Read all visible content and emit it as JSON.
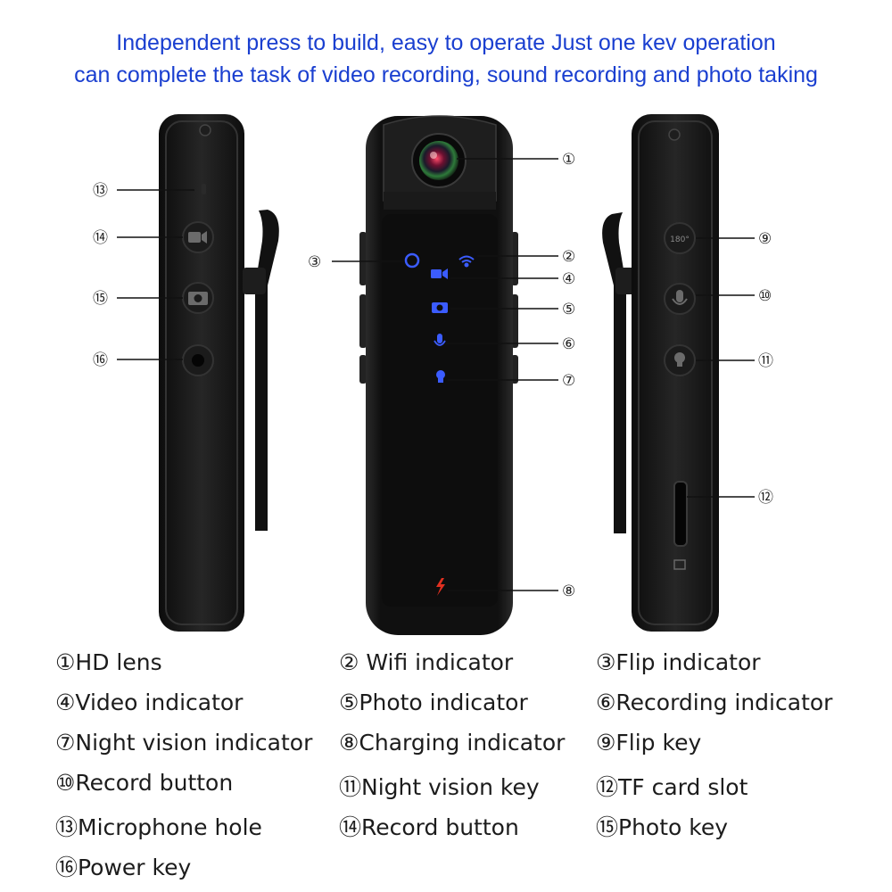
{
  "header": {
    "line1": "Independent press to build, easy to operate Just one kev operation",
    "line2": "can complete the task of video recording, sound recording and photo taking"
  },
  "callouts": [
    "①",
    "②",
    "③",
    "④",
    "⑤",
    "⑥",
    "⑦",
    "⑧",
    "⑨",
    "⑩",
    "⑪",
    "⑫",
    "⑬",
    "⑭",
    "⑮",
    "⑯"
  ],
  "legend": [
    "①HD lens",
    "② Wifi indicator",
    "③Flip indicator",
    "④Video indicator",
    "⑤Photo indicator",
    "⑥Recording indicator",
    "⑦Night vision indicator",
    "⑧Charging indicator",
    "⑨Flip key",
    "⑩Record button",
    "⑪Night vision key",
    "⑫TF card slot",
    "⑬Microphone hole",
    "⑭Record button",
    "⑮Photo key",
    "⑯Power key"
  ],
  "device_side_marking": "180°",
  "colors": {
    "header_text": "#1a3fd0",
    "indicator_blue": "#3b5cff",
    "charging_red": "#e03020",
    "device_body": "#151515"
  }
}
